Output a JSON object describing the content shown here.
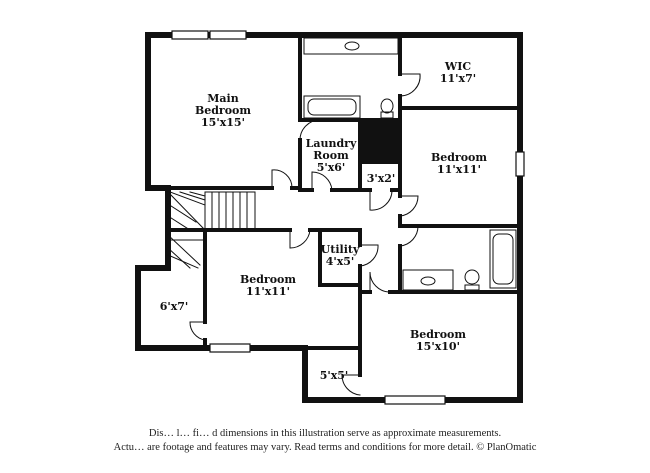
{
  "rooms": {
    "main_bedroom": {
      "label_line1": "Main",
      "label_line2": "Bedroom",
      "dims": "15'x15'"
    },
    "wic": {
      "label": "WIC",
      "dims": "11'x7'"
    },
    "laundry": {
      "label_line1": "Laundry",
      "label_line2": "Room",
      "dims": "5'x6'"
    },
    "bedroom_right": {
      "label": "Bedroom",
      "dims": "11'x11'"
    },
    "closet_3x2": {
      "dims": "3'x2'"
    },
    "utility": {
      "label": "Utility",
      "dims": "4'x5'"
    },
    "bedroom_center": {
      "label": "Bedroom",
      "dims": "11'x11'"
    },
    "closet_6x7": {
      "dims": "6'x7'"
    },
    "bedroom_bottom": {
      "label": "Bedroom",
      "dims": "15'x10'"
    },
    "closet_5x5": {
      "dims": "5'x5'"
    }
  },
  "disclaimer": {
    "line1": "Dis… l… fi… d dimensions in this illustration serve as approximate measurements.",
    "line2": "Actu… are footage and features may vary. Read terms and conditions for more detail. © PlanOmatic"
  }
}
